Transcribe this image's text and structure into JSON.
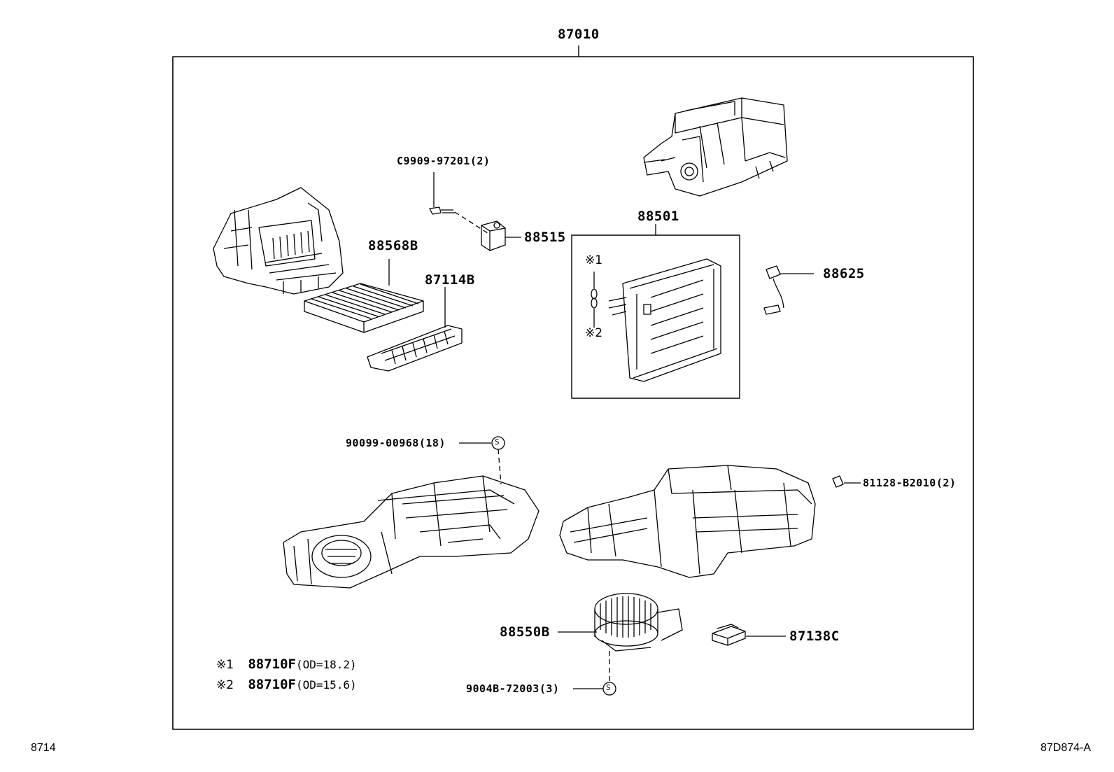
{
  "assembly_number": "87010",
  "labels": {
    "screw_c9909": "C9909-97201(2)",
    "valve_88515": "88515",
    "filter_88568b": "88568B",
    "cover_87114b": "87114B",
    "evaporator_88501": "88501",
    "mark_1": "※1",
    "mark_2": "※2",
    "thermistor_88625": "88625",
    "screw_90099": "90099-00968(18)",
    "clip_81128": "81128-B2010(2)",
    "blower_88550b": "88550B",
    "resistor_87138c": "87138C",
    "screw_9004b": "9004B-72003(3)",
    "s_symbol": "S"
  },
  "notes": [
    {
      "mark": "※1",
      "part": "88710F",
      "spec": "(OD=18.2)"
    },
    {
      "mark": "※2",
      "part": "88710F",
      "spec": "(OD=15.6)"
    }
  ],
  "footer": {
    "left_code": "8714",
    "right_code": "87D874-A"
  }
}
